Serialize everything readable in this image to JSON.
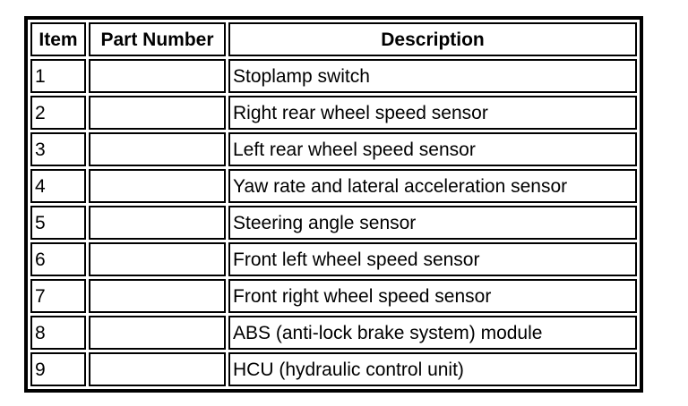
{
  "table": {
    "headers": [
      {
        "label": "Item"
      },
      {
        "label": "Part Number"
      },
      {
        "label": "Description"
      }
    ],
    "rows": [
      {
        "item": "1",
        "part_number": "",
        "description": "Stoplamp switch"
      },
      {
        "item": "2",
        "part_number": "",
        "description": "Right rear wheel speed sensor"
      },
      {
        "item": "3",
        "part_number": "",
        "description": "Left rear wheel speed sensor"
      },
      {
        "item": "4",
        "part_number": "",
        "description": "Yaw rate and lateral acceleration sensor"
      },
      {
        "item": "5",
        "part_number": "",
        "description": "Steering angle sensor"
      },
      {
        "item": "6",
        "part_number": "",
        "description": "Front left wheel speed sensor"
      },
      {
        "item": "7",
        "part_number": "",
        "description": "Front right wheel speed sensor"
      },
      {
        "item": "8",
        "part_number": "",
        "description": "ABS (anti-lock brake system) module"
      },
      {
        "item": "9",
        "part_number": "",
        "description": "HCU (hydraulic control unit)"
      }
    ],
    "colors": {
      "border": "#000000",
      "background": "#ffffff",
      "text": "#000000"
    }
  }
}
